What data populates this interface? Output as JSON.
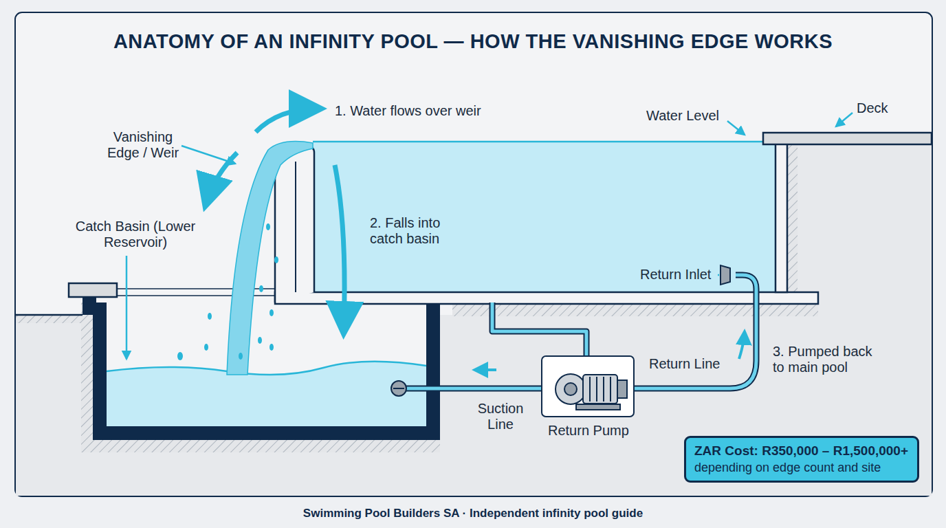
{
  "diagram": {
    "title": "ANATOMY OF AN INFINITY POOL — HOW THE VANISHING EDGE WORKS",
    "caption": "Swimming Pool Builders SA · Independent infinity pool guide",
    "nodes": [
      {
        "text": [
          "ZAR Cost: R350,000 – R1,500,000+",
          "depending on edge count and site"
        ]
      }
    ],
    "labels": [
      "1. Water flows over weir",
      "Vanishing Edge / Weir",
      "Catch Basin (Lower Reservoir)",
      "2. Falls into catch basin",
      "Water Level",
      "Deck",
      "Return Inlet",
      "Return Line",
      "3. Pumped back to main pool",
      "Suction Line",
      "Return Pump"
    ]
  }
}
